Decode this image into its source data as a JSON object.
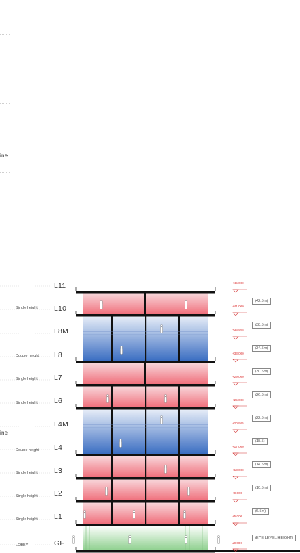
{
  "left_edge": {
    "fragment_upper": "ine",
    "fragment_lower": "ine"
  },
  "levels": [
    {
      "name": "L11",
      "height_label": "",
      "elevation": "+45.000",
      "eye_height": ""
    },
    {
      "name": "L10",
      "height_label": "Single height",
      "elevation": "+41.000",
      "eye_height": "(42.5m)"
    },
    {
      "name": "L8M",
      "height_label": "",
      "elevation": "+36.925",
      "eye_height": "(38.5m)"
    },
    {
      "name": "L8",
      "height_label": "Double height",
      "elevation": "+33.000",
      "eye_height": "(34.5m)"
    },
    {
      "name": "L7",
      "height_label": "Single height",
      "elevation": "+29.000",
      "eye_height": "(30.5m)"
    },
    {
      "name": "L6",
      "height_label": "Single height",
      "elevation": "+25.000",
      "eye_height": "(26.5m)"
    },
    {
      "name": "L4M",
      "height_label": "",
      "elevation": "+20.925",
      "eye_height": "(22.5m)"
    },
    {
      "name": "L4",
      "height_label": "Double height",
      "elevation": "+17.000",
      "eye_height": "(18.5)"
    },
    {
      "name": "L3",
      "height_label": "Single height",
      "elevation": "+13.000",
      "eye_height": "(14.5m)"
    },
    {
      "name": "L2",
      "height_label": "Single height",
      "elevation": "+9.000",
      "eye_height": "(10.5m)"
    },
    {
      "name": "L1",
      "height_label": "Single height",
      "elevation": "+5.000",
      "eye_height": "(6.5m)"
    },
    {
      "name": "GF",
      "height_label": "LOBBY",
      "elevation": "±0.000",
      "eye_height": "(EYE LEVEL HEIGHT)"
    }
  ],
  "colors": {
    "single_top": "#f8d8dc",
    "single_bottom": "#f0707c",
    "double_top": "#e8eef8",
    "double_bottom": "#3b6ec2",
    "lobby_top": "#ffffff",
    "lobby_bottom": "#8ed08e",
    "slab": "#111111",
    "elevation_text": "#d33333"
  }
}
